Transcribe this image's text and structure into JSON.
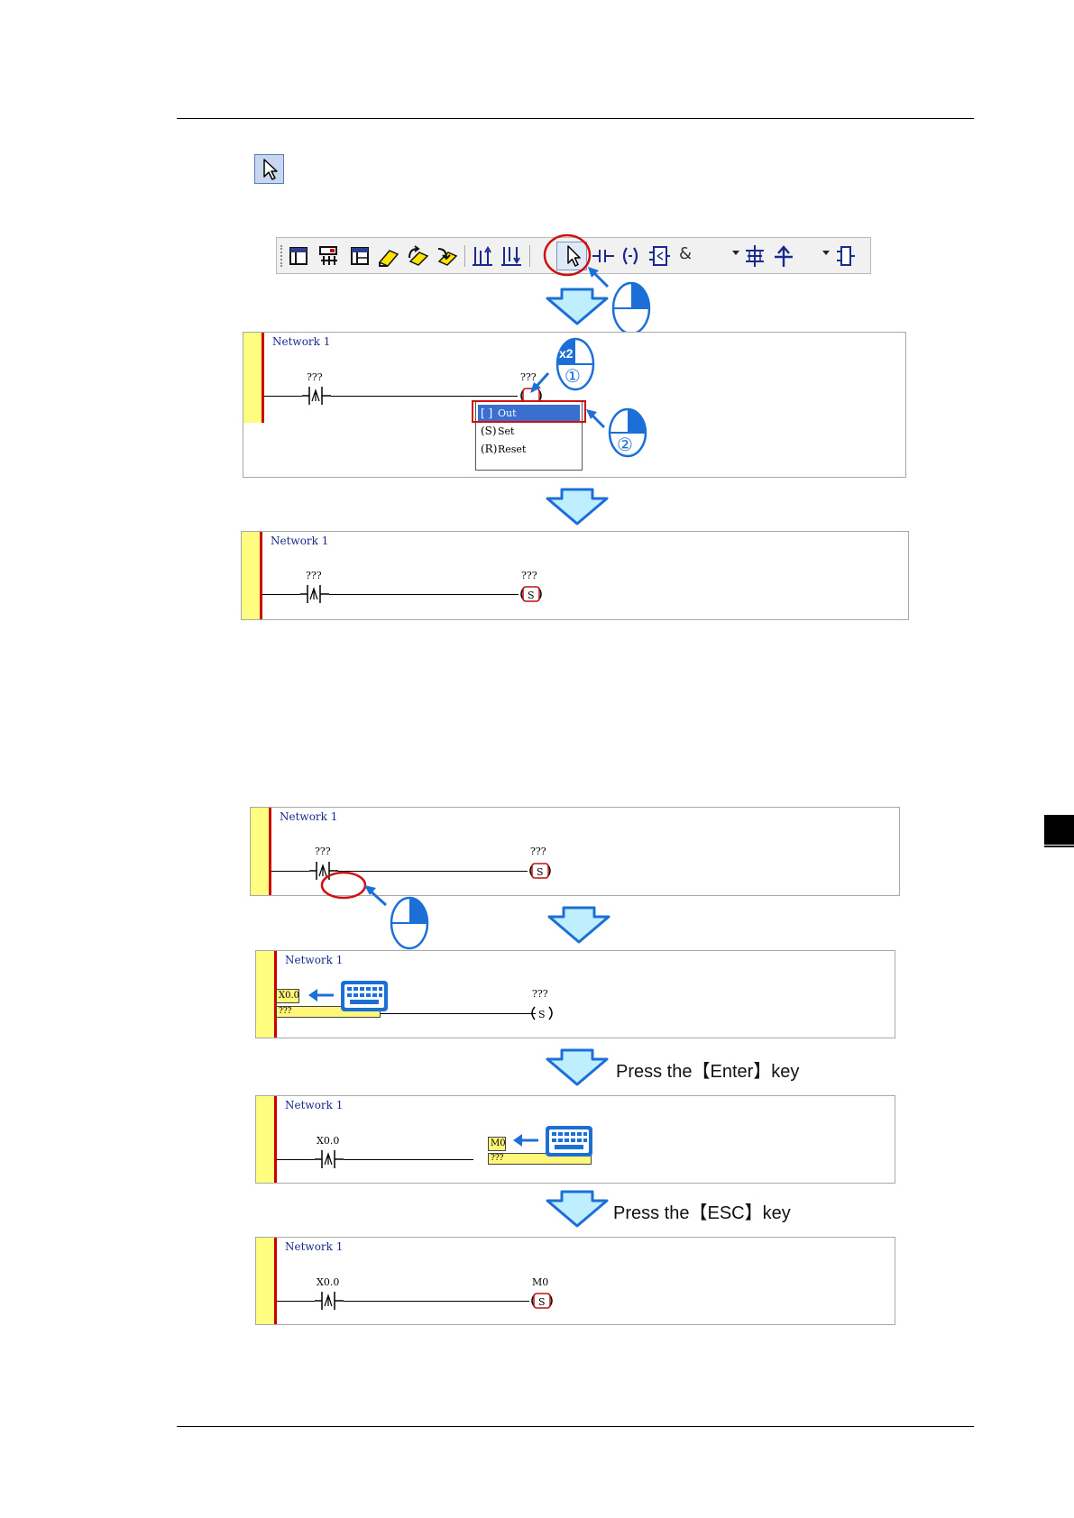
{
  "network_label": "Network 1",
  "placeholder": "???",
  "context_menu": {
    "items": [
      {
        "label": "Out",
        "icon": "[ ]",
        "selected": true
      },
      {
        "label": "Set",
        "icon": "(S)",
        "selected": false
      },
      {
        "label": "Reset",
        "icon": "(R)",
        "selected": false
      }
    ]
  },
  "coil_symbol": "S",
  "mouse_badges": {
    "double_click": "x2",
    "step_one": "①",
    "step_two": "②"
  },
  "inputs": {
    "contact_typed": "X0.0",
    "coil_typed": "M0",
    "contact_result": "X0.0",
    "coil_result": "M0"
  },
  "captions": {
    "enter": "Press the【Enter】key",
    "esc": "Press the【ESC】key"
  },
  "colors": {
    "accent_blue": "#1c6fd6",
    "arrow_fill": "#bfeeff",
    "rail_yellow": "#fffd80",
    "rail_red": "#cc0000",
    "highlight_red": "#d01010"
  }
}
